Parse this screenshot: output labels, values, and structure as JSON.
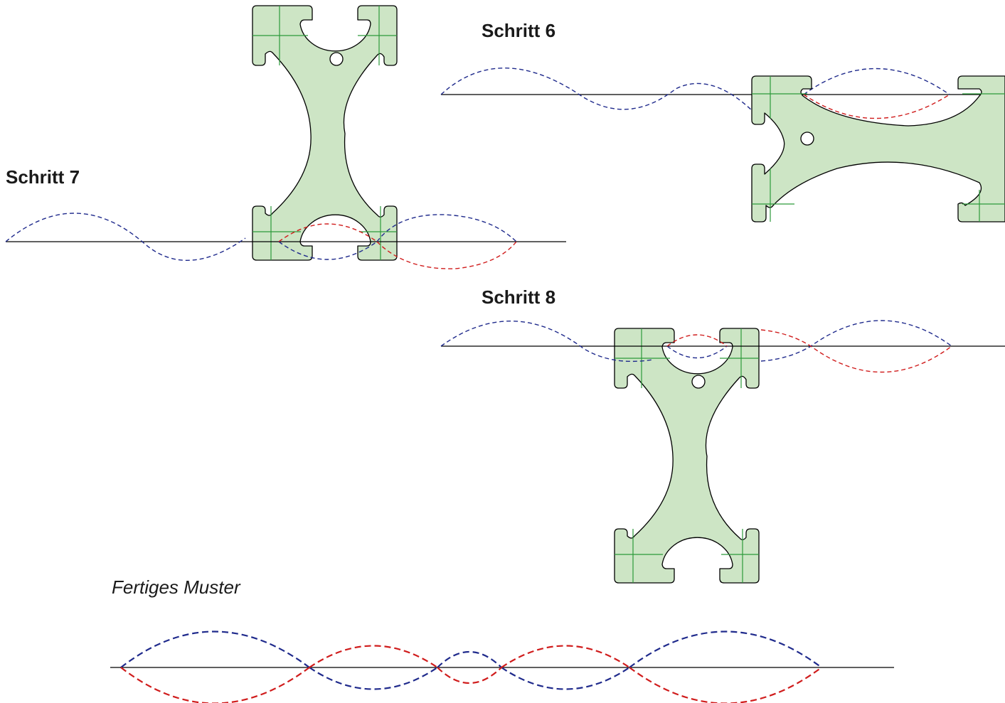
{
  "labels": {
    "step6": "Schritt 6",
    "step7": "Schritt 7",
    "step8": "Schritt 8",
    "final": "Fertiges Muster"
  },
  "colors": {
    "piece_fill": "#cde5c5",
    "guide_lines": "#2c9a3a",
    "thread_blue": "#1f2a8c",
    "thread_red": "#d01c1c",
    "baseline": "#000000"
  }
}
